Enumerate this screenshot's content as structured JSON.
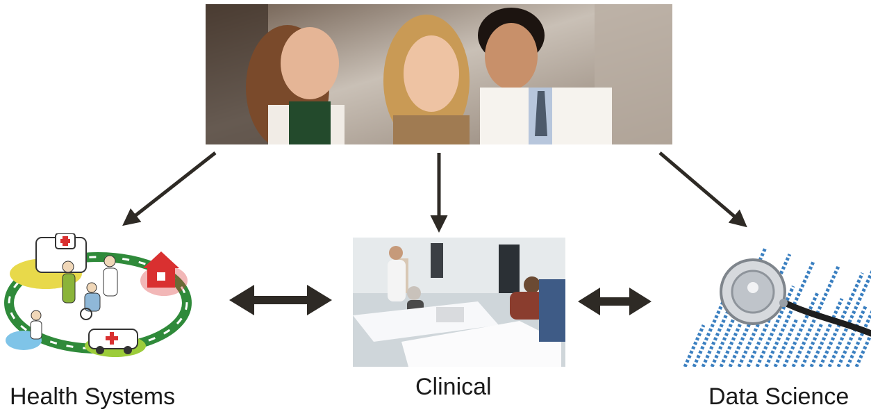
{
  "top_image": {
    "description_icon": "physicians-group-photo"
  },
  "nodes": {
    "health_systems": {
      "label": "Health Systems",
      "icon": "health-systems-illustration"
    },
    "clinical": {
      "label": "Clinical",
      "icon": "hospital-room-photo"
    },
    "data_science": {
      "label": "Data Science",
      "icon": "stethoscope-chart-photo"
    }
  },
  "colors": {
    "arrow": "#2e2a25",
    "blue_bars": "#3a7fc0",
    "green_ring": "#2f8a3a",
    "yellow": "#e8d94a",
    "red": "#d93030"
  }
}
